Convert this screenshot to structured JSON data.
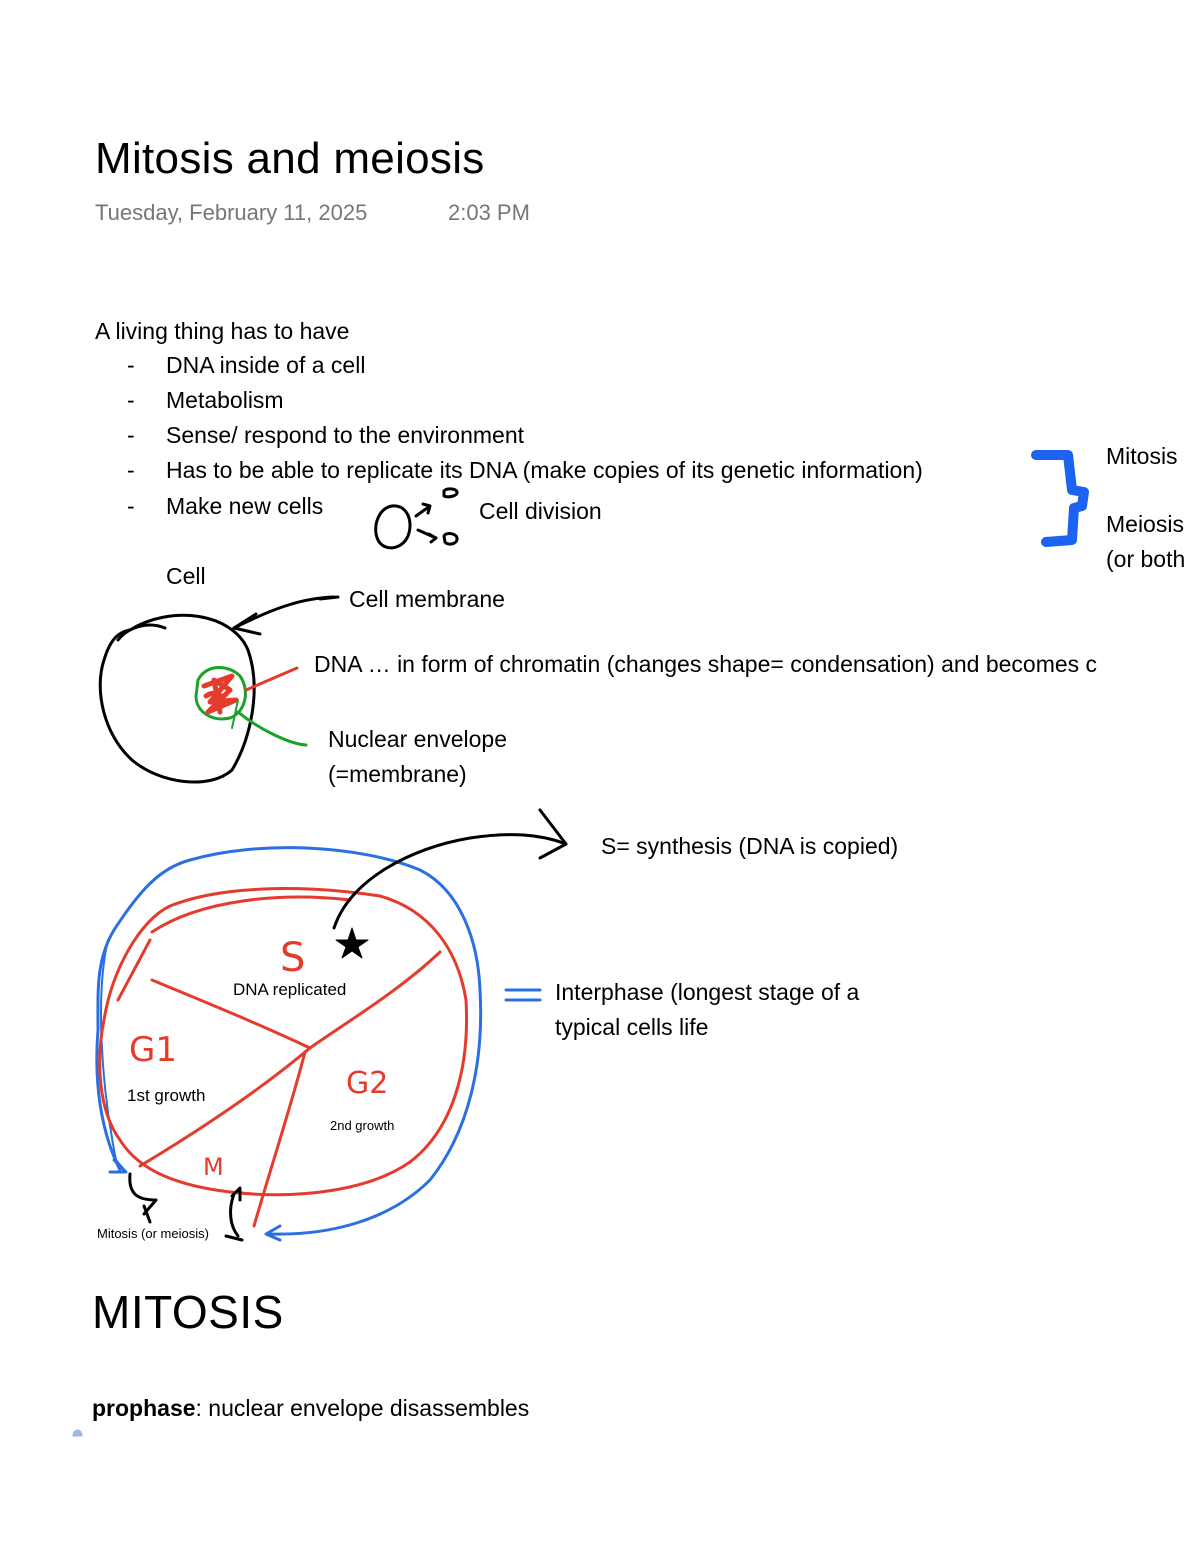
{
  "header": {
    "title": "Mitosis and meiosis",
    "date": "Tuesday, February 11, 2025",
    "time": "2:03 PM"
  },
  "intro": {
    "lead": "A living thing has to have",
    "items": [
      "DNA inside of a cell",
      "Metabolism",
      "Sense/ respond to the environment",
      "Has to be able to replicate its DNA (make copies of its genetic information)",
      "Make new cells"
    ],
    "cell_division": "Cell division",
    "mitosis": "Mitosis",
    "meiosis": "Meiosis",
    "or_both": "(or both"
  },
  "cell_diagram": {
    "cell": "Cell",
    "cell_membrane": "Cell membrane",
    "dna": "DNA … in form of chromatin (changes shape= condensation) and becomes c",
    "nuclear_envelope": "Nuclear envelope",
    "membrane_note": "(=membrane)"
  },
  "cycle_diagram": {
    "s_label": "S",
    "dna_replicated": "DNA replicated",
    "g1_label": "G1",
    "first_growth": "1st growth",
    "g2_label": "G2",
    "second_growth": "2nd growth",
    "m_label": "M",
    "mitosis_note": "Mitosis (or meiosis)",
    "synthesis": "S= synthesis (DNA is copied)",
    "interphase_line1": "Interphase (longest stage of a",
    "interphase_line2": "typical cells life"
  },
  "mitosis_section": {
    "heading": "MITOSIS",
    "prophase_term": "prophase",
    "prophase_desc": ": nuclear envelope disassembles"
  },
  "colors": {
    "ink_black": "#000000",
    "ink_red": "#e53b2c",
    "ink_green": "#1aa32a",
    "ink_blue": "#2b6fe0",
    "bracket_blue": "#1b63f0",
    "date_gray": "#767676"
  }
}
